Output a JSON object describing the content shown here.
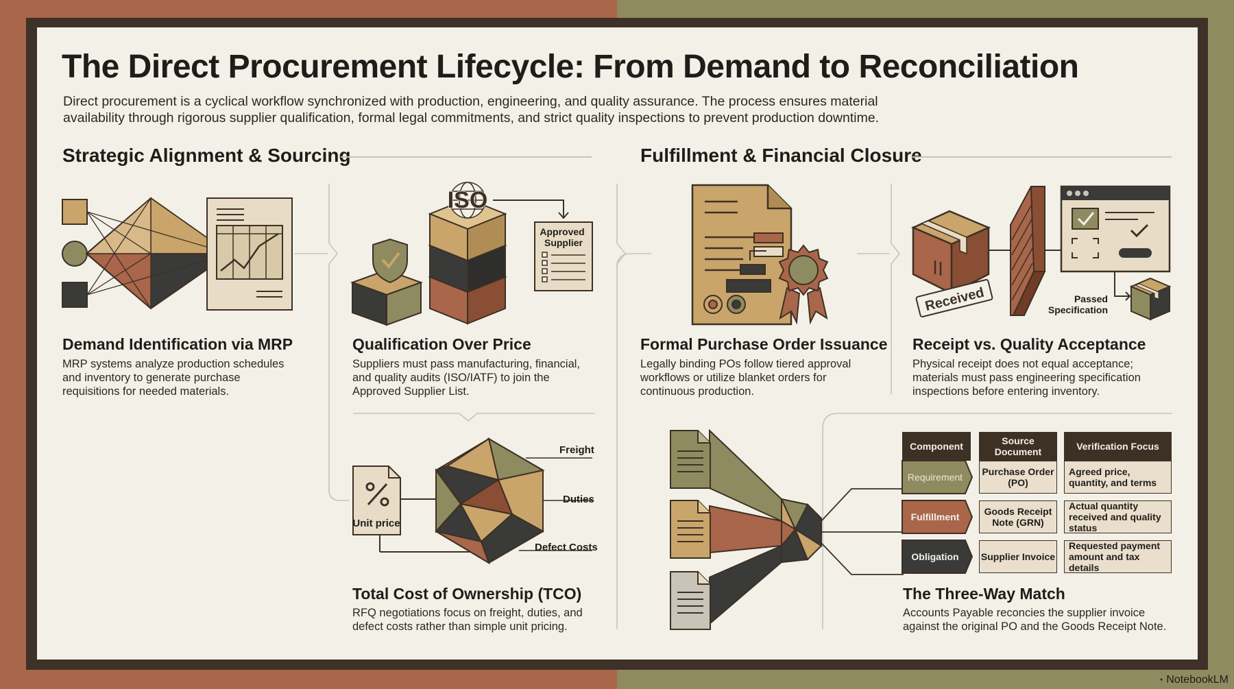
{
  "title": "The Direct Procurement Lifecycle: From Demand to Reconciliation",
  "subtitle": "Direct procurement is a cyclical workflow synchronized with production, engineering, and quality assurance. The process ensures material availability through rigorous supplier qualification, formal legal commitments, and strict quality inspections to prevent production downtime.",
  "sections": {
    "left": "Strategic Alignment & Sourcing",
    "right": "Fulfillment & Financial Closure"
  },
  "steps": {
    "demand": {
      "title": "Demand Identification via MRP",
      "desc": "MRP systems analyze production schedules and inventory to generate purchase requisitions for needed materials."
    },
    "qualification": {
      "title": "Qualification Over Price",
      "desc": "Suppliers must pass manufacturing, financial, and quality audits (ISO/IATF) to join the Approved Supplier List.",
      "iso_label": "ISO",
      "approved_label": "Approved Supplier"
    },
    "tco": {
      "title": "Total Cost of Ownership (TCO)",
      "desc": "RFQ negotiations focus on freight, duties, and defect costs rather than simple unit pricing.",
      "unit_price": "Unit price",
      "freight": "Freight",
      "duties": "Duties",
      "defect": "Defect Costs"
    },
    "po": {
      "title": "Formal Purchase Order Issuance",
      "desc": "Legally binding POs follow tiered approval workflows or utilize blanket orders for continuous production."
    },
    "receipt": {
      "title": "Receipt vs. Quality Acceptance",
      "desc": "Physical receipt does not equal acceptance; materials must pass engineering specification inspections before entering inventory.",
      "stamp": "Received",
      "passed": "Passed Specification"
    },
    "match": {
      "title": "The Three-Way Match",
      "desc": "Accounts Payable reconcies the supplier invoice against the original PO and the Goods Receipt Note."
    }
  },
  "match_table": {
    "headers": [
      "Component",
      "Source Document",
      "Verification Focus"
    ],
    "rows": [
      {
        "component": "Requirement",
        "source": "Purchase Order (PO)",
        "focus": "Agreed price, quantity, and terms",
        "color": "#8e8b60"
      },
      {
        "component": "Fulfillment",
        "source": "Goods Receipt Note (GRN)",
        "focus": "Actual quantity received and quality status",
        "color": "#a9664a"
      },
      {
        "component": "Obligation",
        "source": "Supplier Invoice",
        "focus": "Requested payment amount and tax details",
        "color": "#3a3a38"
      }
    ]
  },
  "colors": {
    "tan": "#c9a56b",
    "olive": "#8e8b60",
    "rust": "#a9664a",
    "dark": "#3a3a38",
    "paper": "#e8dcc6"
  },
  "footer": "NotebookLM"
}
